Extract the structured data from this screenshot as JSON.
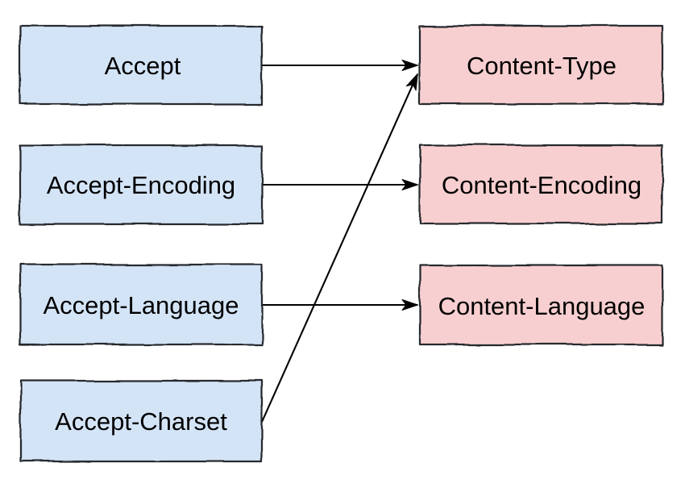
{
  "diagram": {
    "request_headers": {
      "accept": {
        "label": "Accept"
      },
      "accept_encoding": {
        "label": "Accept-Encoding"
      },
      "accept_language": {
        "label": "Accept-Language"
      },
      "accept_charset": {
        "label": "Accept-Charset"
      }
    },
    "response_headers": {
      "content_type": {
        "label": "Content-Type"
      },
      "content_encoding": {
        "label": "Content-Encoding"
      },
      "content_language": {
        "label": "Content-Language"
      }
    },
    "connections": [
      {
        "from": "Accept",
        "to": "Content-Type"
      },
      {
        "from": "Accept-Encoding",
        "to": "Content-Encoding"
      },
      {
        "from": "Accept-Language",
        "to": "Content-Language"
      },
      {
        "from": "Accept-Charset",
        "to": "Content-Type"
      }
    ],
    "colors": {
      "request_fill": "#d4e4f7",
      "response_fill": "#f8cfd0",
      "box_stroke": "#26292d",
      "arrow": "#000000",
      "background": "#ffffff",
      "text": "#000000"
    }
  }
}
